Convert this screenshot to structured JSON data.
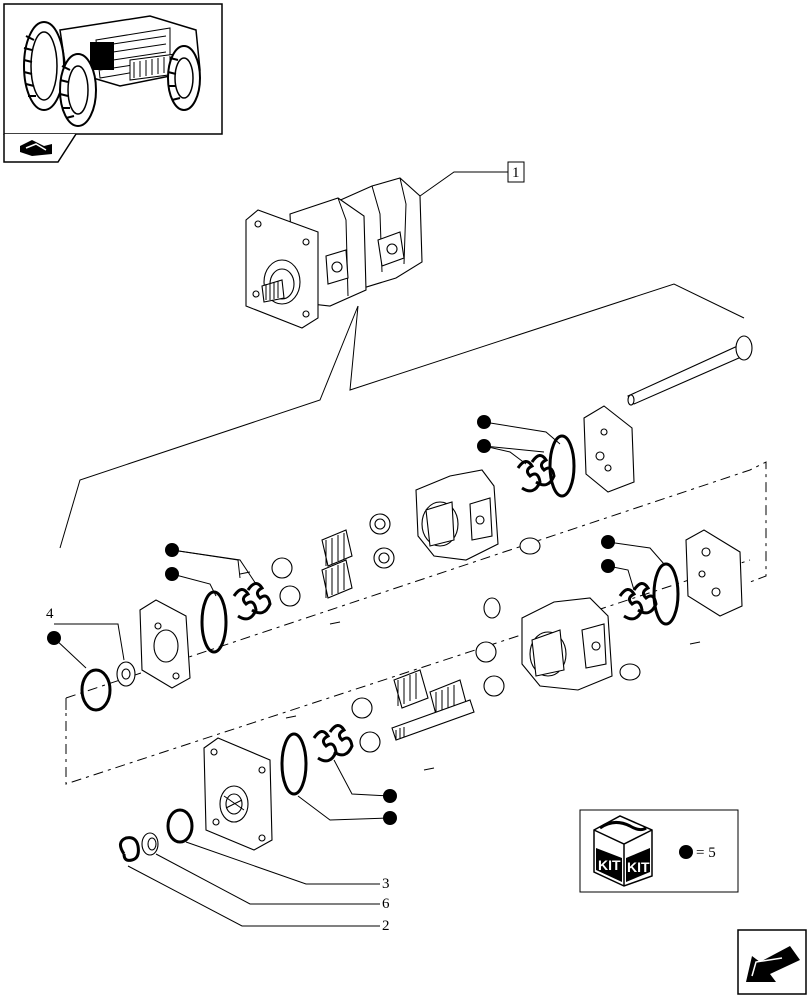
{
  "diagram": {
    "reference_label": "1",
    "callouts": {
      "item_4": "4",
      "item_3": "3",
      "item_6": "6",
      "item_2": "2"
    },
    "kit_legend": {
      "kit_text_left": "KIT",
      "kit_text_right": "KIT",
      "equals_text": "= 5"
    },
    "icons": [
      "tractor-thumbnail",
      "pump-assembly-icon",
      "back-arrow-icon"
    ]
  }
}
